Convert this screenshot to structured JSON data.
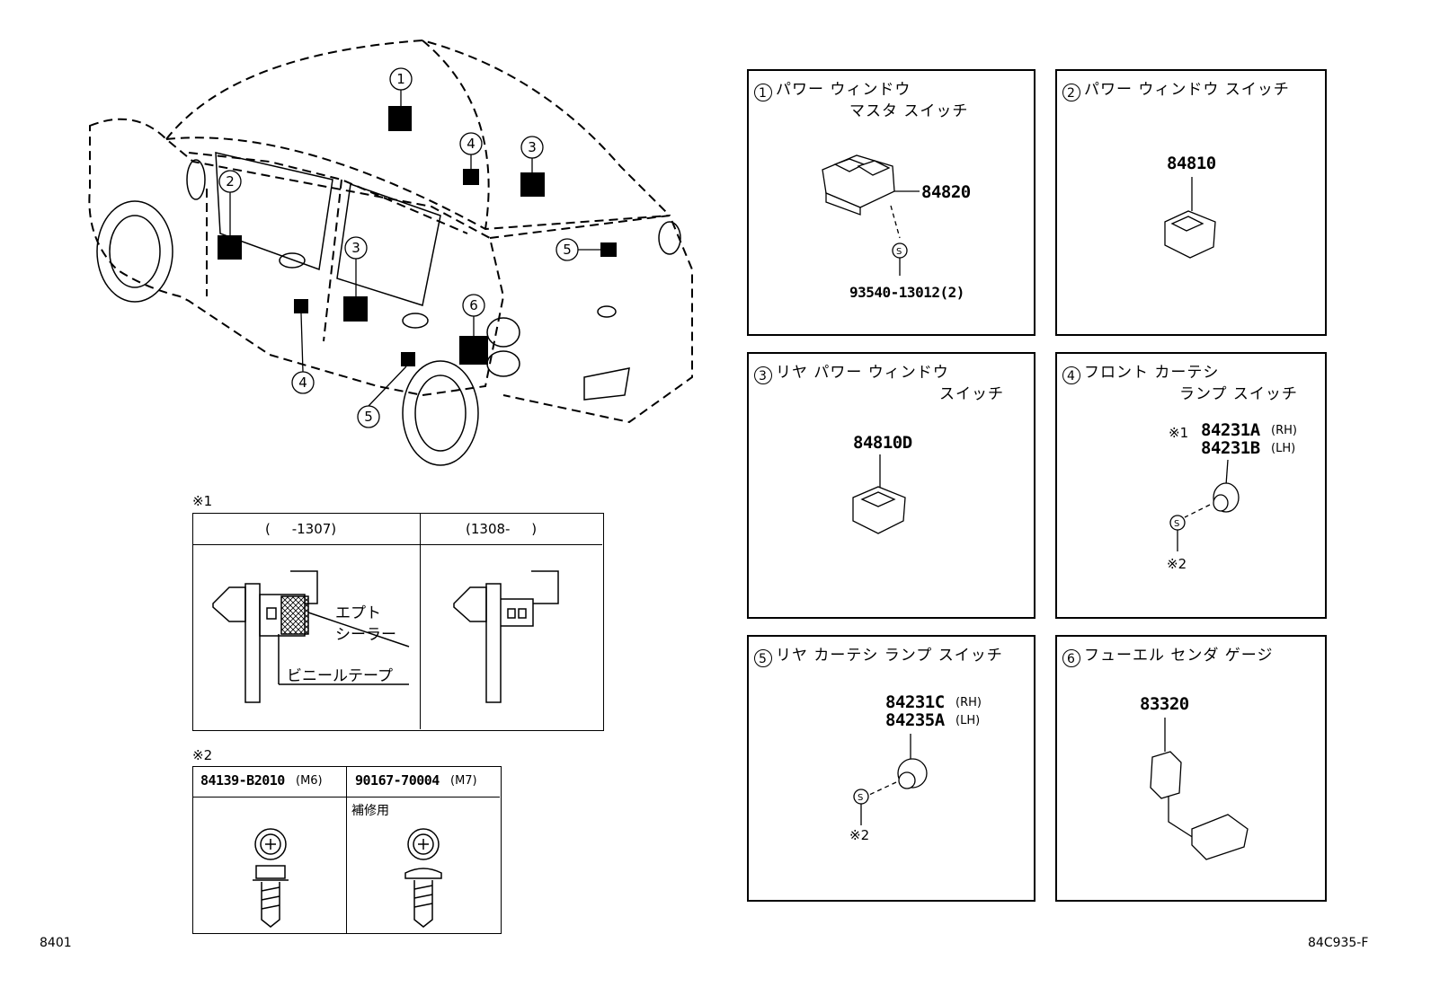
{
  "callouts": {
    "c1": "1",
    "c2": "2",
    "c3a": "3",
    "c3b": "3",
    "c4a": "4",
    "c4b": "4",
    "c5a": "5",
    "c5b": "5",
    "c6": "6"
  },
  "panels": [
    {
      "num": "1",
      "title_l1": "パワー ウィンドウ",
      "title_l2": "マスタ スイッチ",
      "parts": [
        "84820",
        "93540-13012(2)"
      ]
    },
    {
      "num": "2",
      "title_l1": "パワー ウィンドウ スイッチ",
      "parts": [
        "84810"
      ]
    },
    {
      "num": "3",
      "title_l1": "リヤ パワー ウィンドウ",
      "title_l2": "スイッチ",
      "parts": [
        "84810D"
      ]
    },
    {
      "num": "4",
      "title_l1": "フロント カーテシ",
      "title_l2": "ランプ スイッチ",
      "note": "※1",
      "parts": [
        "84231A",
        "84231B"
      ],
      "suffix": [
        "(RH)",
        "(LH)"
      ],
      "ref": "※2"
    },
    {
      "num": "5",
      "title_l1": "リヤ カーテシ ランプ スイッチ",
      "parts": [
        "84231C",
        "84235A"
      ],
      "suffix": [
        "(RH)",
        "(LH)"
      ],
      "ref": "※2"
    },
    {
      "num": "6",
      "title_l1": "フューエル センダ ゲージ",
      "parts": [
        "83320"
      ]
    }
  ],
  "note1": {
    "label": "※1",
    "col1_header": "(     -1307)",
    "col2_header": "(1308-     )",
    "sealer_l1": "エプト",
    "sealer_l2": "シーラー",
    "tape": "ビニールテープ"
  },
  "note2": {
    "label": "※2",
    "col1_header": "84139-B2010",
    "col1_size": "(M6)",
    "col2_header": "90167-70004",
    "col2_size": "(M7)",
    "col2_sub": "補修用"
  },
  "screw_symbol": "S",
  "codes": {
    "left": "8401",
    "right": "84C935-F"
  }
}
